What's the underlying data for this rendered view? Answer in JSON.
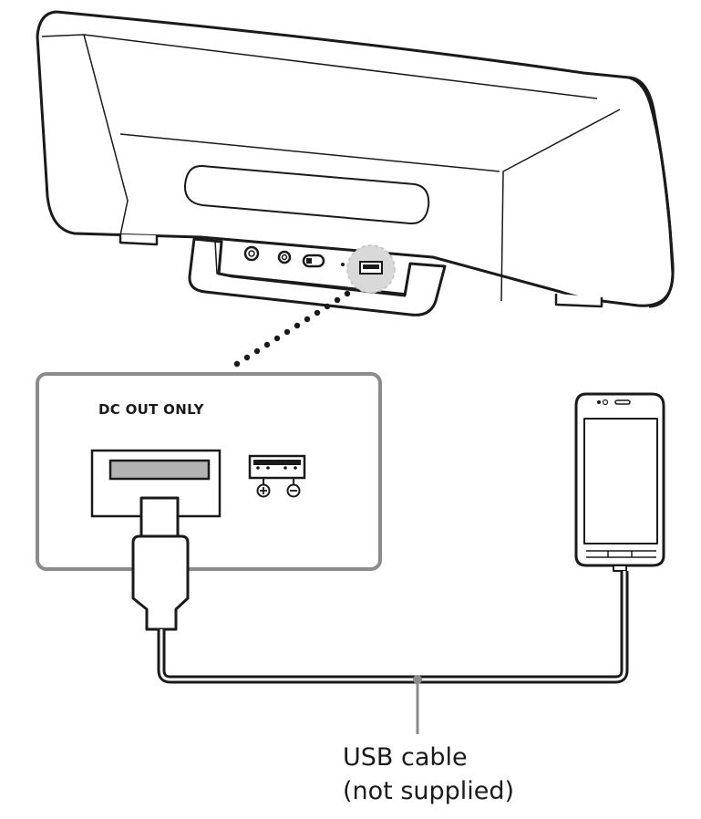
{
  "panel": {
    "label": "DC OUT ONLY"
  },
  "symbols": {
    "plus": "+",
    "minus": "−"
  },
  "callout": {
    "line1": "USB cable",
    "line2": "(not supplied)"
  },
  "colors": {
    "stroke": "#1a1a1a",
    "panel_border": "#8c8c8c",
    "highlight": "#d9d9d9",
    "port_fill": "#b3b3b3"
  },
  "icons": [
    "speaker-dock",
    "usb-port-icon",
    "usb-connector",
    "smartphone",
    "usb-symbol-icon"
  ]
}
